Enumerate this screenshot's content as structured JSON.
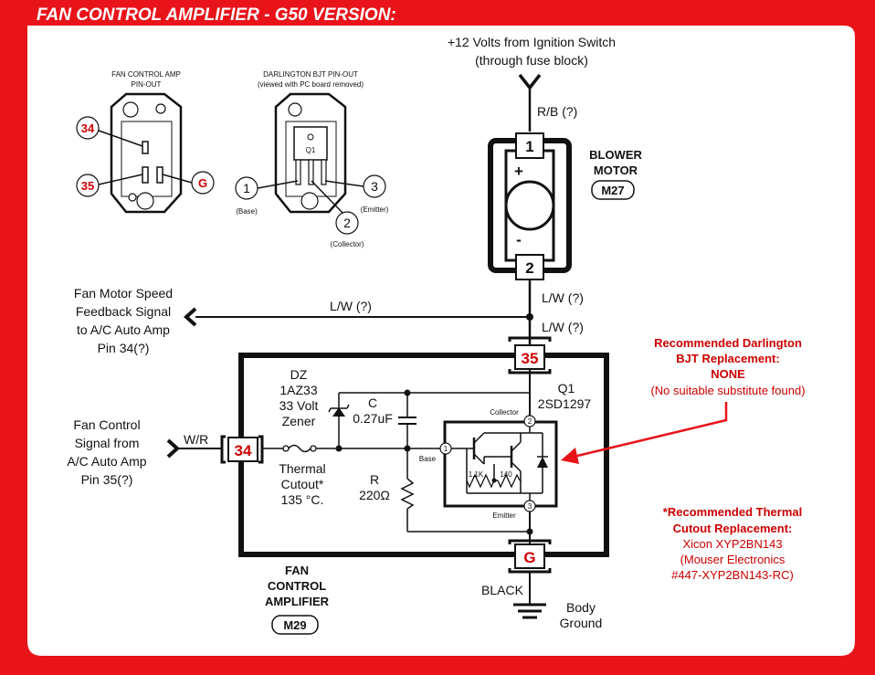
{
  "title": "FAN CONTROL AMPLIFIER -  G50 VERSION:",
  "colors": {
    "frame": "#e8141a",
    "accent_text": "#cc0000",
    "ink": "#111111"
  },
  "power_source": {
    "line1": "+12 Volts from Ignition Switch",
    "line2": "(through fuse block)"
  },
  "wires": {
    "rb": "R/B (?)",
    "lw_top": "L/W (?)",
    "lw_mid": "L/W (?)",
    "lw_left": "L/W (?)",
    "wr": "W/R",
    "black": "BLACK"
  },
  "blower": {
    "name_line1": "BLOWER",
    "name_line2": "MOTOR",
    "code": "M27",
    "pin1": "1",
    "pin2": "2",
    "plus": "+",
    "minus": "-"
  },
  "feedback": {
    "line1": "Fan Motor Speed",
    "line2": "Feedback Signal",
    "line3": "to A/C Auto Amp",
    "line4": "Pin 34(?)"
  },
  "fan_control_input": {
    "line1": "Fan Control",
    "line2": "Signal from",
    "line3": "A/C Auto Amp",
    "line4": "Pin 35(?)"
  },
  "amplifier": {
    "pin35": "35",
    "pin34": "34",
    "pinG": "G",
    "name_line1": "FAN",
    "name_line2": "CONTROL",
    "name_line3": "AMPLIFIER",
    "code": "M29",
    "dz_line1": "DZ",
    "dz_line2": "1AZ33",
    "dz_line3": "33 Volt",
    "dz_line4": "Zener",
    "cap_line1": "C",
    "cap_line2": "0.27uF",
    "thermal_line1": "Thermal",
    "thermal_line2": "Cutout*",
    "thermal_line3": "135 °C.",
    "res_line1": "R",
    "res_line2": "220Ω",
    "q1_line1": "Q1",
    "q1_line2": "2SD1297",
    "collector": "Collector",
    "base": "Base",
    "emitter": "Emitter",
    "r_1k1": "1.1K",
    "r_140": "140",
    "node1": "1",
    "node2": "2",
    "node3": "3"
  },
  "ground": {
    "line1": "Body",
    "line2": "Ground"
  },
  "darlington_note": {
    "line1": "Recommended Darlington",
    "line2": "BJT  Replacement:",
    "line3": "NONE",
    "line4": "(No suitable substitute found)"
  },
  "thermal_note": {
    "line1": "*Recommended Thermal",
    "line2": "Cutout Replacement:",
    "line3": "Xicon XYP2BN143",
    "line4": "(Mouser Electronics",
    "line5": "#447-XYP2BN143-RC)"
  },
  "pinout_amp": {
    "title_line1": "FAN CONTROL AMP",
    "title_line2": "PIN-OUT",
    "pin34": "34",
    "pin35": "35",
    "pinG": "G"
  },
  "pinout_bjt": {
    "title_line1": "DARLINGTON BJT PIN-OUT",
    "title_line2": "(viewed with PC board removed)",
    "label_q1": "Q1",
    "pin1": "1",
    "pin2": "2",
    "pin3": "3",
    "base": "(Base)",
    "collector": "(Collector)",
    "emitter": "(Emitter)"
  }
}
